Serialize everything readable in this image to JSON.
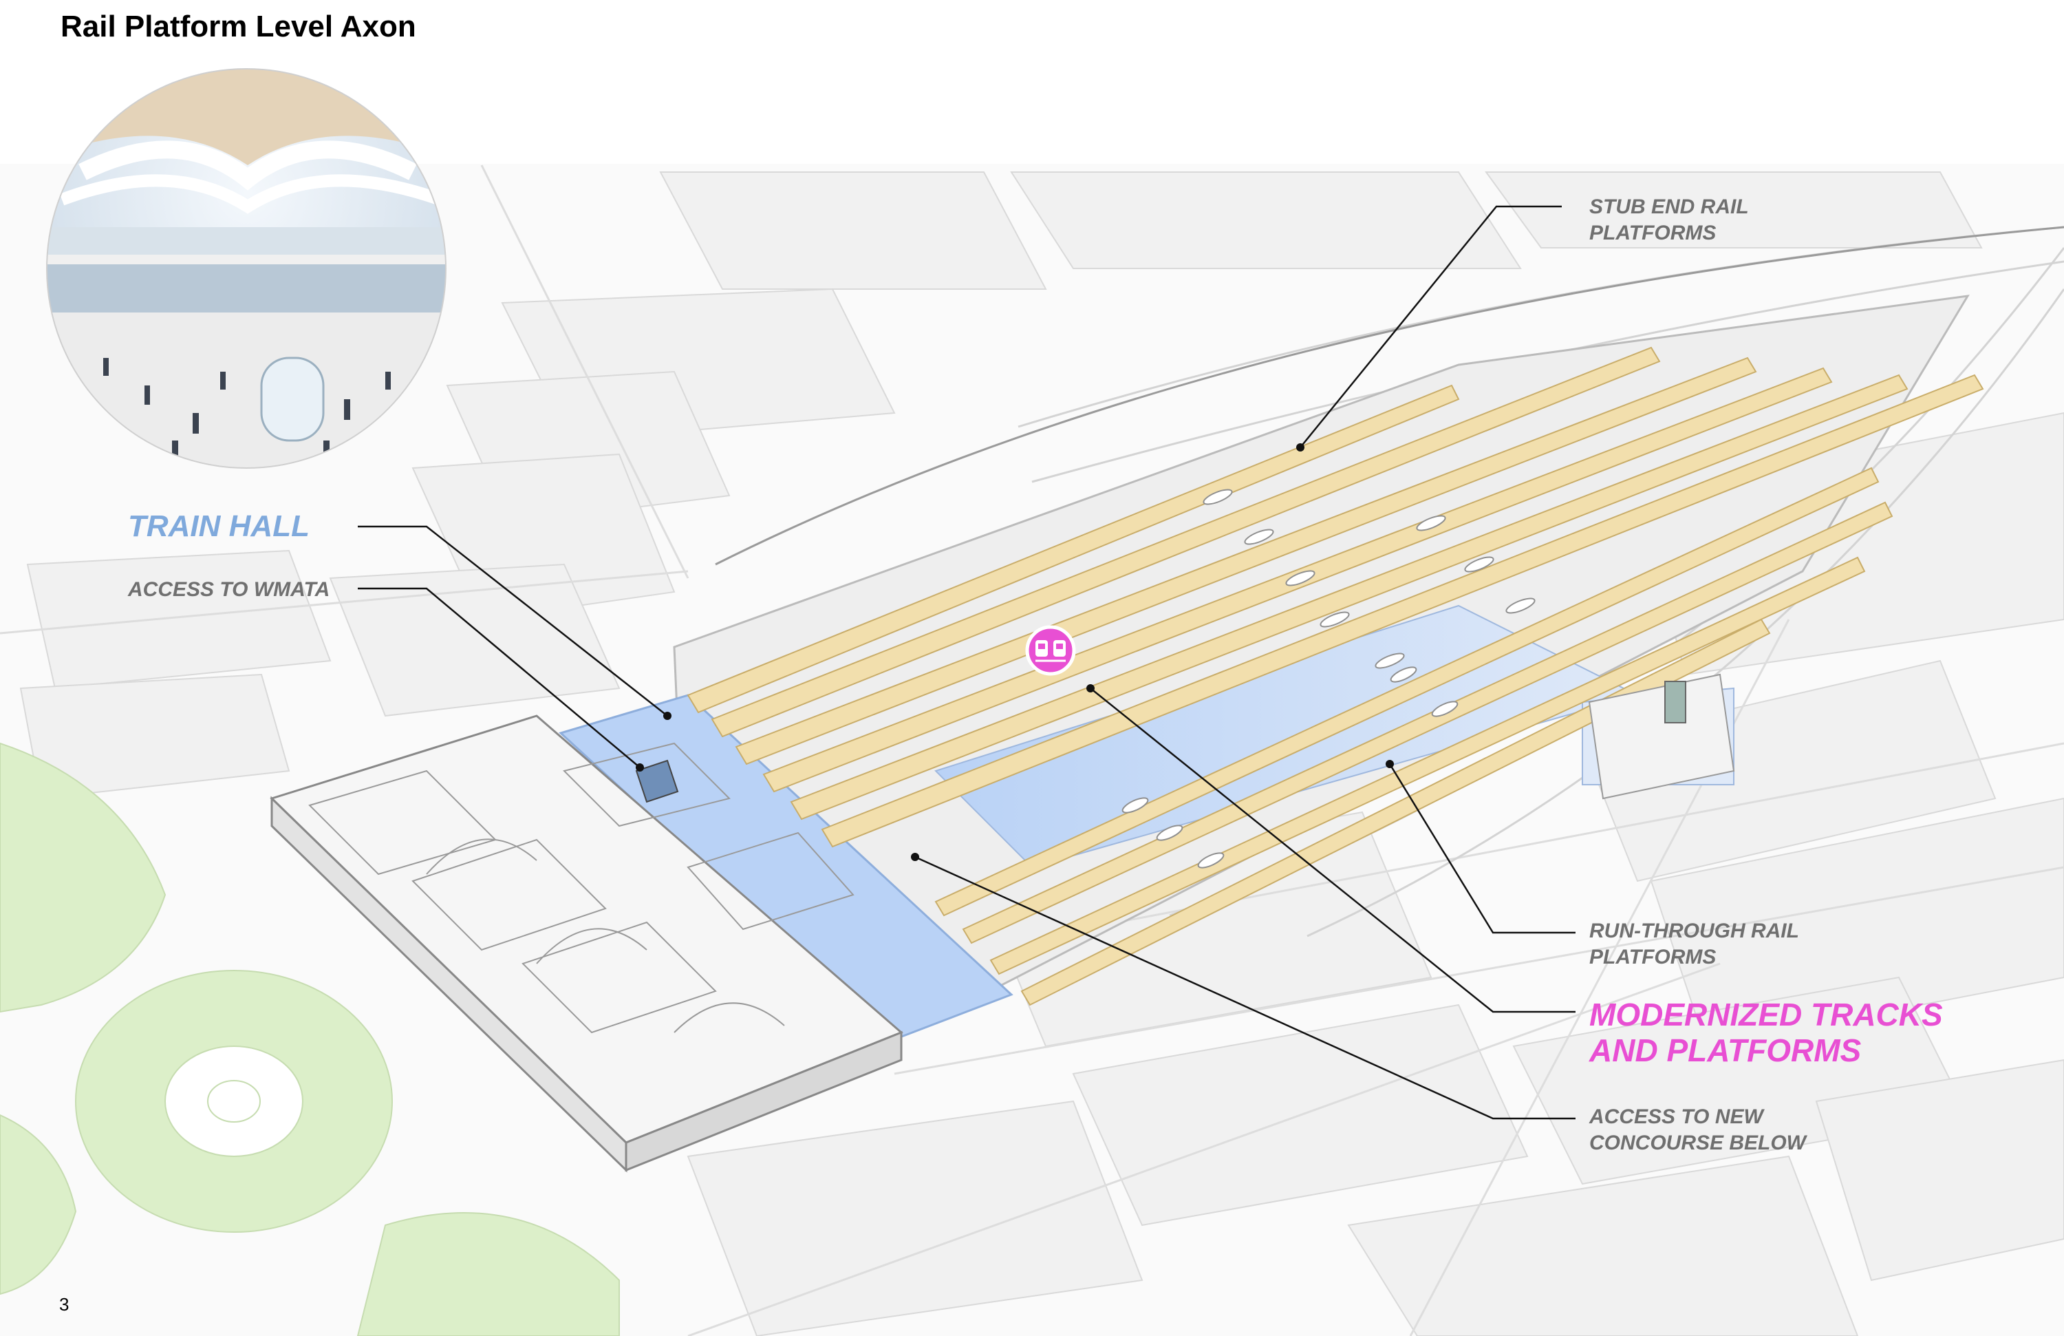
{
  "page": {
    "title": "Rail Platform Level Axon",
    "page_number": "3"
  },
  "labels": {
    "stub_end": {
      "line1": "STUB END RAIL",
      "line2": "PLATFORMS"
    },
    "train_hall": "TRAIN HALL",
    "access_wmata": "ACCESS TO WMATA",
    "run_through": {
      "line1": "RUN-THROUGH RAIL",
      "line2": "PLATFORMS"
    },
    "modernized": {
      "line1": "MODERNIZED TRACKS",
      "line2": "AND PLATFORMS"
    },
    "access_concourse": {
      "line1": "ACCESS TO NEW",
      "line2": "CONCOURSE BELOW"
    }
  },
  "icons": {
    "station_icon": "train-station-icon",
    "inset_image": "train-hall-interior-render"
  },
  "colors": {
    "platform": "#f2dfad",
    "platform_edge": "#c9ad6a",
    "train_hall": "#b9d2f6",
    "label_grey": "#6f6f6f",
    "label_blue": "#7fa9dc",
    "label_pink": "#e84fd3",
    "station_icon": "#e84fd3",
    "context_block": "#f1f1f1",
    "green_space": "#dcefc9"
  }
}
